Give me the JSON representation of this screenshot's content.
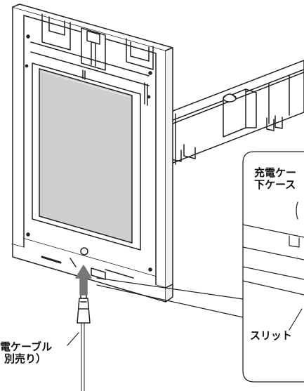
{
  "labels": {
    "cable_line1": "電ケーブル",
    "cable_line2": "別売り）",
    "callout_line1": "充電ケー",
    "callout_line2": "下ケース",
    "slit": "スリット"
  },
  "colors": {
    "line": "#222222",
    "background": "#ffffff",
    "arrow": "#777777",
    "shade": "#bdbdbd"
  },
  "icons": {
    "cable_connector": "usb-connector-icon",
    "insert_arrow": "up-arrow-icon"
  }
}
